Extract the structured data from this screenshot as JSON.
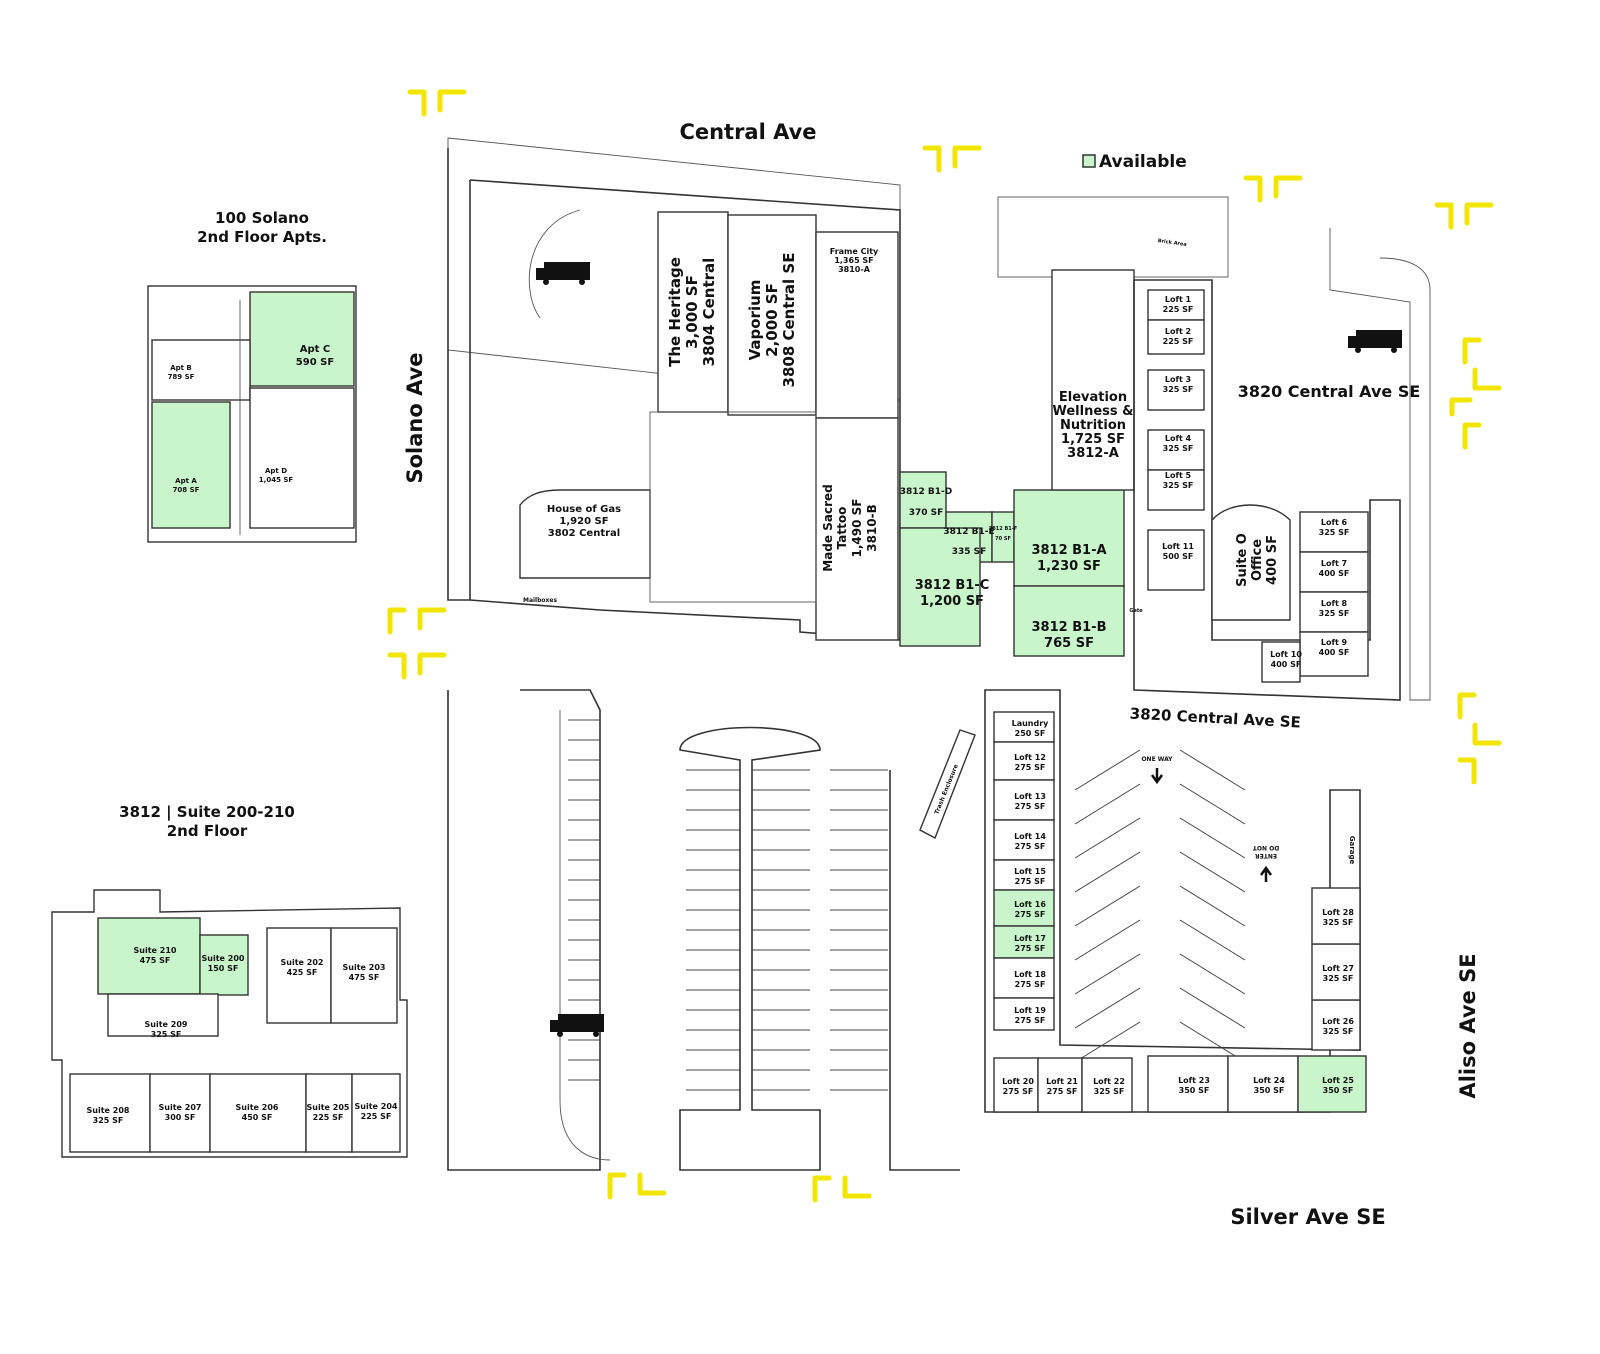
{
  "legend": {
    "swatch_color": "#c9f5cb",
    "label": "Available"
  },
  "colors": {
    "available": "#c9f5cb",
    "arrow": "#f2e600",
    "line": "#333333"
  },
  "streets": {
    "central": "Central Ave",
    "solano": "Solano Ave",
    "aliso": "Aliso Ave SE",
    "silver": "Silver Ave SE",
    "address_top": "3820 Central Ave SE",
    "address_mid": "3820 Central Ave SE"
  },
  "inset_apts": {
    "title_line1": "100 Solano",
    "title_line2": "2nd Floor Apts.",
    "units": [
      {
        "name": "Apt C",
        "area": "590 SF",
        "available": true
      },
      {
        "name": "Apt B",
        "area": "789 SF",
        "available": false
      },
      {
        "name": "Apt A",
        "area": "708 SF",
        "available": true
      },
      {
        "name": "Apt D",
        "area": "1,045 SF",
        "available": false
      }
    ]
  },
  "inset_suites": {
    "title_line1": "3812 | Suite 200-210",
    "title_line2": "2nd Floor",
    "units": [
      {
        "name": "Suite 210",
        "area": "475 SF",
        "available": true
      },
      {
        "name": "Suite 200",
        "area": "150 SF",
        "available": true
      },
      {
        "name": "Suite 202",
        "area": "425 SF",
        "available": false
      },
      {
        "name": "Suite 203",
        "area": "475 SF",
        "available": false
      },
      {
        "name": "Suite 209",
        "area": "325 SF",
        "available": false
      },
      {
        "name": "Suite 208",
        "area": "325 SF",
        "available": false
      },
      {
        "name": "Suite 207",
        "area": "300 SF",
        "available": false
      },
      {
        "name": "Suite 206",
        "area": "450 SF",
        "available": false
      },
      {
        "name": "Suite 205",
        "area": "225 SF",
        "available": false
      },
      {
        "name": "Suite 204",
        "area": "225 SF",
        "available": false
      }
    ]
  },
  "tenants": {
    "house_of_gas": {
      "name": "House of Gas",
      "area": "1,920 SF",
      "address": "3802 Central"
    },
    "heritage": {
      "name": "The Heritage",
      "area": "3,000 SF",
      "address": "3804 Central"
    },
    "vaporium": {
      "name": "Vaporium",
      "area": "2,000 SF",
      "address": "3808 Central SE"
    },
    "frame_city": {
      "name": "Frame City",
      "area": "1,365 SF",
      "address": "3810-A"
    },
    "made_sacred": {
      "name": "Made Sacred",
      "name2": "Tattoo",
      "area": "1,490 SF",
      "address": "3810-B"
    },
    "elevation": {
      "name": "Elevation",
      "name2": "Wellness &",
      "name3": "Nutrition",
      "area": "1,725 SF",
      "address": "3812-A"
    },
    "suite_o": {
      "name": "Suite O",
      "name2": "Office",
      "area": "400 SF"
    }
  },
  "b1_units": [
    {
      "name": "3812 B1-D",
      "area": "370 SF"
    },
    {
      "name": "3812 B1-E",
      "area": "335 SF"
    },
    {
      "name": "3812 B1-F",
      "area": "70 SF"
    },
    {
      "name": "3812 B1-A",
      "area": "1,230 SF"
    },
    {
      "name": "3812 B1-C",
      "area": "1,200 SF"
    },
    {
      "name": "3812 B1-B",
      "area": "765 SF"
    }
  ],
  "lofts_north": [
    {
      "name": "Loft 1",
      "area": "225 SF"
    },
    {
      "name": "Loft 2",
      "area": "225 SF"
    },
    {
      "name": "Loft 3",
      "area": "325 SF"
    },
    {
      "name": "Loft 4",
      "area": "325 SF"
    },
    {
      "name": "Loft 5",
      "area": "325 SF"
    },
    {
      "name": "Loft 11",
      "area": "500 SF"
    },
    {
      "name": "Loft 6",
      "area": "325 SF"
    },
    {
      "name": "Loft 7",
      "area": "400 SF"
    },
    {
      "name": "Loft 8",
      "area": "325 SF"
    },
    {
      "name": "Loft 9",
      "area": "400 SF"
    },
    {
      "name": "Loft 10",
      "area": "400 SF"
    }
  ],
  "lofts_south": [
    {
      "name": "Laundry",
      "area": "250 SF",
      "available": false
    },
    {
      "name": "Loft 12",
      "area": "275 SF",
      "available": false
    },
    {
      "name": "Loft 13",
      "area": "275 SF",
      "available": false
    },
    {
      "name": "Loft 14",
      "area": "275 SF",
      "available": false
    },
    {
      "name": "Loft 15",
      "area": "275 SF",
      "available": false
    },
    {
      "name": "Loft 16",
      "area": "275 SF",
      "available": true
    },
    {
      "name": "Loft 17",
      "area": "275 SF",
      "available": true
    },
    {
      "name": "Loft 18",
      "area": "275 SF",
      "available": false
    },
    {
      "name": "Loft 19",
      "area": "275 SF",
      "available": false
    },
    {
      "name": "Loft 20",
      "area": "275 SF",
      "available": false
    },
    {
      "name": "Loft 21",
      "area": "275 SF",
      "available": false
    },
    {
      "name": "Loft 22",
      "area": "325 SF",
      "available": false
    },
    {
      "name": "Loft 23",
      "area": "350 SF",
      "available": false
    },
    {
      "name": "Loft 24",
      "area": "350 SF",
      "available": false
    },
    {
      "name": "Loft 25",
      "area": "350 SF",
      "available": true
    },
    {
      "name": "Loft 26",
      "area": "325 SF",
      "available": false
    },
    {
      "name": "Loft 27",
      "area": "325 SF",
      "available": false
    },
    {
      "name": "Loft 28",
      "area": "325 SF",
      "available": false
    }
  ],
  "misc": {
    "gate": "Gate",
    "one_way": "ONE WAY",
    "do_not_enter_1": "DO NOT",
    "do_not_enter_2": "ENTER",
    "garage": "Garage",
    "trash": "Trash Enclosure",
    "brick": "Brick Area",
    "mailboxes": "Mailboxes"
  }
}
